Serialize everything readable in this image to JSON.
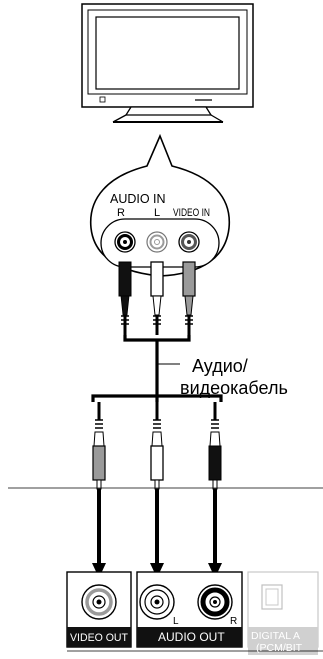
{
  "tv_panel": {
    "audio_in": "AUDIO IN",
    "r": "R",
    "l": "L",
    "video_in": "VIDEO IN"
  },
  "cable_label": {
    "line1": "Аудио/",
    "line2": "видеокабель"
  },
  "player_panel": {
    "video_out": "VIDEO OUT",
    "audio_out": "AUDIO OUT",
    "l": "L",
    "r": "R",
    "digital_line1": "DIGITAL A",
    "digital_line2": "(PCM/BIT"
  }
}
